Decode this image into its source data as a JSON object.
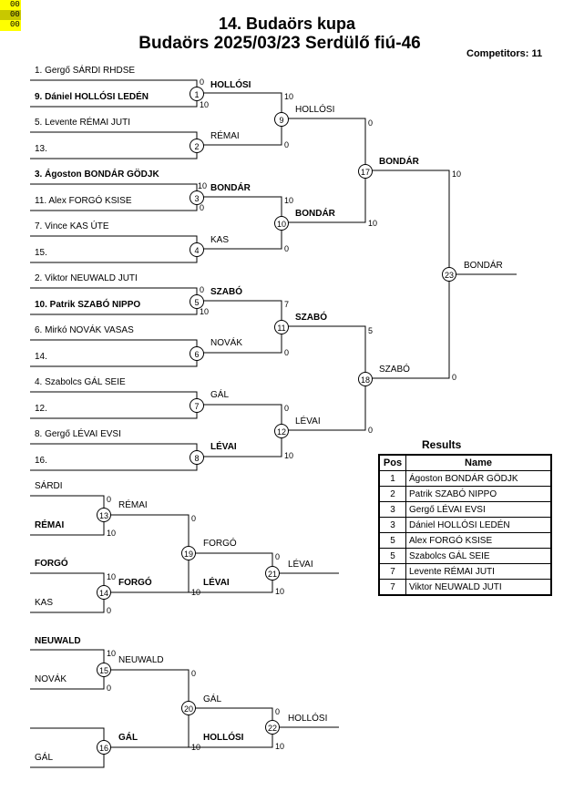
{
  "corner_marks": [
    "00",
    "00",
    "00"
  ],
  "title": "14. Budaörs kupa",
  "subtitle": "Budaörs 2025/03/23 Serdülő fiú-46",
  "competitors": "Competitors: 11",
  "entries": [
    "1. Gergő SÁRDI RHDSE",
    "9. Dániel HOLLÓSI LEDÉN",
    "5. Levente RÉMAI JUTI",
    "13.",
    "3. Ágoston BONDÁR GÖDJK",
    "11. Alex FORGÓ KSISE",
    "7. Vince KAS ÚTE",
    "15.",
    "2. Viktor NEUWALD JUTI",
    "10. Patrik SZABÓ NIPPO",
    "6. Mirkó NOVÁK VASAS",
    "14.",
    "4. Szabolcs GÁL SEIE",
    "12.",
    "8. Gergő LÉVAI EVSI",
    "16."
  ],
  "r1": [
    {
      "num": "1",
      "winner": "HOLLÓSI",
      "s_top": "0",
      "s_bot": "10"
    },
    {
      "num": "2",
      "winner": "RÉMAI",
      "s_top": "",
      "s_bot": ""
    },
    {
      "num": "3",
      "winner": "BONDÁR",
      "s_top": "10",
      "s_bot": "0"
    },
    {
      "num": "4",
      "winner": "KAS",
      "s_top": "",
      "s_bot": ""
    },
    {
      "num": "5",
      "winner": "SZABÓ",
      "s_top": "0",
      "s_bot": "10"
    },
    {
      "num": "6",
      "winner": "NOVÁK",
      "s_top": "",
      "s_bot": ""
    },
    {
      "num": "7",
      "winner": "GÁL",
      "s_top": "",
      "s_bot": ""
    },
    {
      "num": "8",
      "winner": "LÉVAI",
      "s_top": "",
      "s_bot": ""
    }
  ],
  "r2": [
    {
      "num": "9",
      "winner": "HOLLÓSI",
      "s_top": "10",
      "s_bot": "0"
    },
    {
      "num": "10",
      "winner": "BONDÁR",
      "s_top": "10",
      "s_bot": "0"
    },
    {
      "num": "11",
      "winner": "SZABÓ",
      "s_top": "7",
      "s_bot": "0"
    },
    {
      "num": "12",
      "winner": "LÉVAI",
      "s_top": "0",
      "s_bot": "10"
    }
  ],
  "r3": [
    {
      "num": "17",
      "winner": "BONDÁR",
      "s_top": "0",
      "s_bot": "10"
    },
    {
      "num": "18",
      "winner": "SZABÓ",
      "s_top": "5",
      "s_bot": "0"
    }
  ],
  "final": {
    "num": "23",
    "winner": "BONDÁR",
    "s_top": "10",
    "s_bot": "0"
  },
  "rep1": {
    "slots": [
      "SÁRDI",
      "RÉMAI",
      "FORGÓ",
      "KAS"
    ],
    "m13": {
      "num": "13",
      "winner": "RÉMAI",
      "s_top": "0",
      "s_bot": "10"
    },
    "m14": {
      "num": "14",
      "winner": "FORGÓ",
      "s_top": "10",
      "s_bot": "0"
    },
    "m19": {
      "num": "19",
      "winner": "FORGÓ",
      "loser": "LÉVAI",
      "s_top": "0",
      "s_bot": "10"
    },
    "m21": {
      "num": "21",
      "winner": "LÉVAI",
      "s_top": "0",
      "s_bot": "10"
    }
  },
  "rep2": {
    "slots": [
      "NEUWALD",
      "NOVÁK",
      "",
      "GÁL"
    ],
    "m15": {
      "num": "15",
      "winner": "NEUWALD",
      "s_top": "10",
      "s_bot": "0"
    },
    "m16": {
      "num": "16",
      "winner": "GÁL",
      "s_top": "",
      "s_bot": ""
    },
    "m20": {
      "num": "20",
      "winner": "GÁL",
      "loser": "HOLLÓSI",
      "s_top": "0",
      "s_bot": "10"
    },
    "m22": {
      "num": "22",
      "winner": "HOLLÓSI",
      "s_top": "0",
      "s_bot": "10"
    }
  },
  "results": {
    "title": "Results",
    "headers": [
      "Pos",
      "Name"
    ],
    "rows": [
      {
        "pos": "1",
        "name": "Ágoston BONDÁR GÖDJK"
      },
      {
        "pos": "2",
        "name": "Patrik SZABÓ NIPPO"
      },
      {
        "pos": "3",
        "name": "Gergő LÉVAI EVSI"
      },
      {
        "pos": "3",
        "name": "Dániel HOLLÓSI LEDÉN"
      },
      {
        "pos": "5",
        "name": "Alex FORGÓ KSISE"
      },
      {
        "pos": "5",
        "name": "Szabolcs GÁL SEIE"
      },
      {
        "pos": "7",
        "name": "Levente RÉMAI JUTI"
      },
      {
        "pos": "7",
        "name": "Viktor NEUWALD JUTI"
      }
    ]
  }
}
